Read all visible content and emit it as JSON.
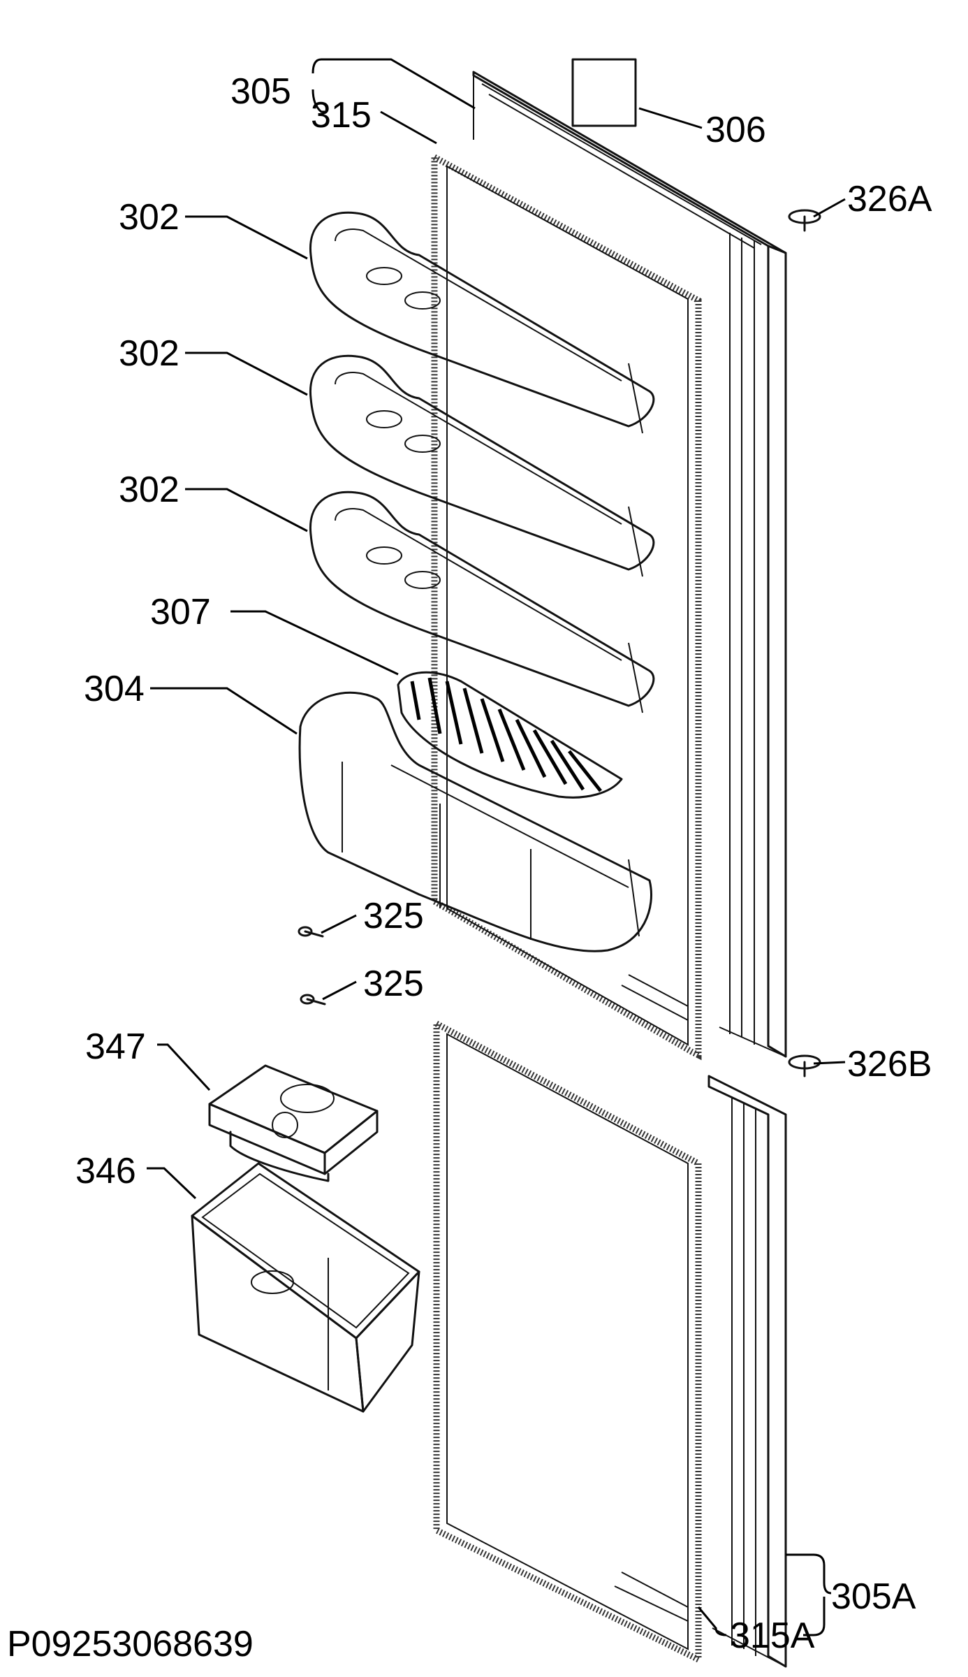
{
  "drawing_code": "P09253068639",
  "labels": {
    "door_upper": "305",
    "gasket_upper": "315",
    "badge": "306",
    "hinge_pin_top": "326A",
    "shelf_1": "302",
    "shelf_2": "302",
    "shelf_3": "302",
    "insert": "307",
    "bottle_shelf": "304",
    "screw_1": "325",
    "screw_2": "325",
    "butter_lid": "347",
    "hinge_pin_mid": "326B",
    "dairy_box": "346",
    "gasket_lower": "315A",
    "door_lower": "305A"
  }
}
